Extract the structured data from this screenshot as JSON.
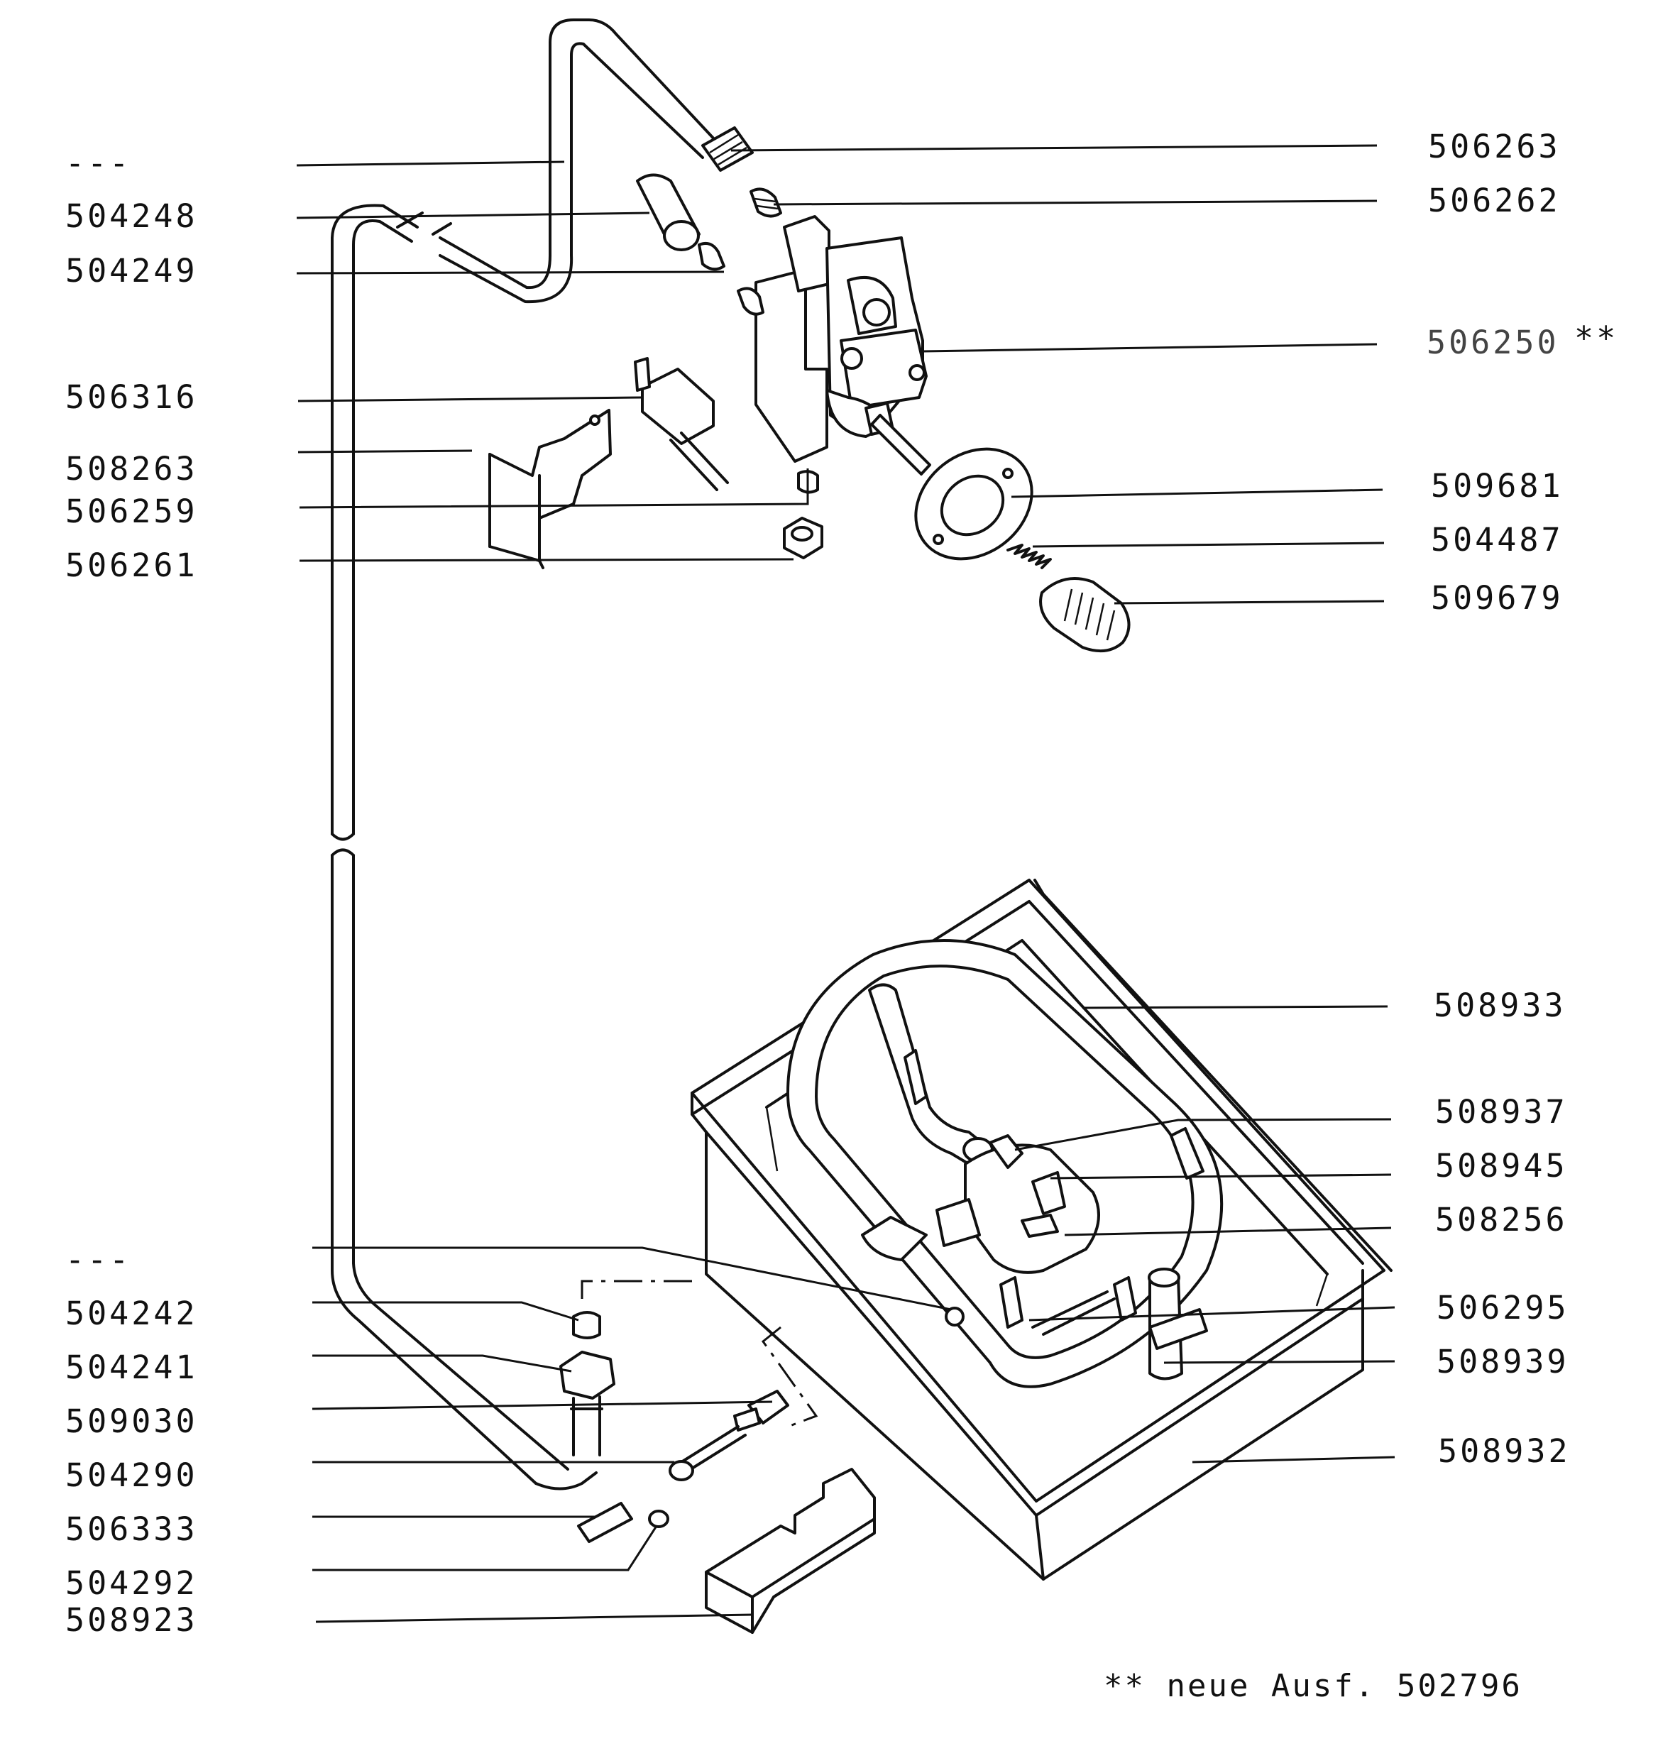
{
  "left_labels": [
    {
      "id": "a",
      "text": "---"
    },
    {
      "id": "b",
      "text": "504248"
    },
    {
      "id": "c",
      "text": "504249"
    },
    {
      "id": "d",
      "text": "506316"
    },
    {
      "id": "e",
      "text": "508263"
    },
    {
      "id": "f",
      "text": "506259"
    },
    {
      "id": "g",
      "text": "506261"
    },
    {
      "id": "h",
      "text": "---"
    },
    {
      "id": "i",
      "text": "504242"
    },
    {
      "id": "j",
      "text": "504241"
    },
    {
      "id": "k",
      "text": "509030"
    },
    {
      "id": "l",
      "text": "504290"
    },
    {
      "id": "m",
      "text": "506333"
    },
    {
      "id": "n",
      "text": "504292"
    },
    {
      "id": "o",
      "text": "508923"
    }
  ],
  "right_labels": [
    {
      "id": "p",
      "text": "506263"
    },
    {
      "id": "q",
      "text": "506262"
    },
    {
      "id": "r",
      "text": "506250",
      "marker": "**"
    },
    {
      "id": "s",
      "text": "509681"
    },
    {
      "id": "t",
      "text": "504487"
    },
    {
      "id": "u",
      "text": "509679"
    },
    {
      "id": "v",
      "text": "508933"
    },
    {
      "id": "w",
      "text": "508937"
    },
    {
      "id": "x",
      "text": "508945"
    },
    {
      "id": "y",
      "text": "508256"
    },
    {
      "id": "z",
      "text": "506295"
    },
    {
      "id": "aa",
      "text": "508939"
    },
    {
      "id": "ab",
      "text": "508932"
    }
  ],
  "footnote": "** neue Ausf. 502796"
}
